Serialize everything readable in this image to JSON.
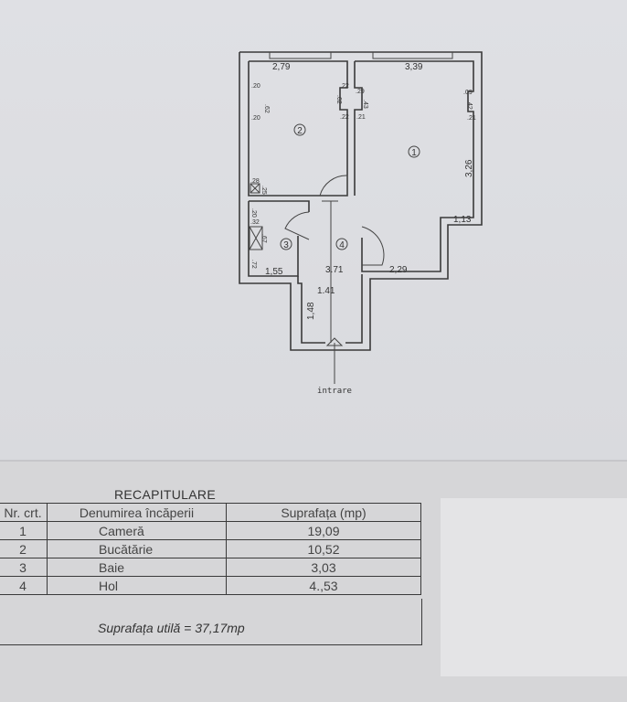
{
  "plan": {
    "dimensions": {
      "kitchen_width": "2,79",
      "room_width": "3,39",
      "room_height": "3,26",
      "room_step": "1,13",
      "hall_length": "3.71",
      "room_bottom": "2,29",
      "bath_width": "1,55",
      "corridor_width": "1.41",
      "corridor_length": "1,48",
      "small": [
        ".20",
        ".62",
        ".20",
        ".22",
        ".62",
        ".22",
        ".29",
        ".43",
        ".21",
        ".09",
        ".42",
        ".21",
        ".28",
        ".25",
        ".20",
        ".32",
        ".67",
        ".72"
      ]
    },
    "rooms": [
      "1",
      "2",
      "3",
      "4"
    ],
    "entrance_label": "intrare"
  },
  "table": {
    "title": "RECAPITULARE",
    "headers": [
      "Nr. crt.",
      "Denumirea încăperii",
      "Suprafața (mp)"
    ],
    "rows": [
      {
        "nr": "1",
        "name": "Cameră",
        "area": "19,09"
      },
      {
        "nr": "2",
        "name": "Bucătărie",
        "area": "10,52"
      },
      {
        "nr": "3",
        "name": "Baie",
        "area": "3,03"
      },
      {
        "nr": "4",
        "name": "Hol",
        "area": "4.,53"
      }
    ],
    "summary": "Suprafața utilă  = 37,17mp"
  }
}
